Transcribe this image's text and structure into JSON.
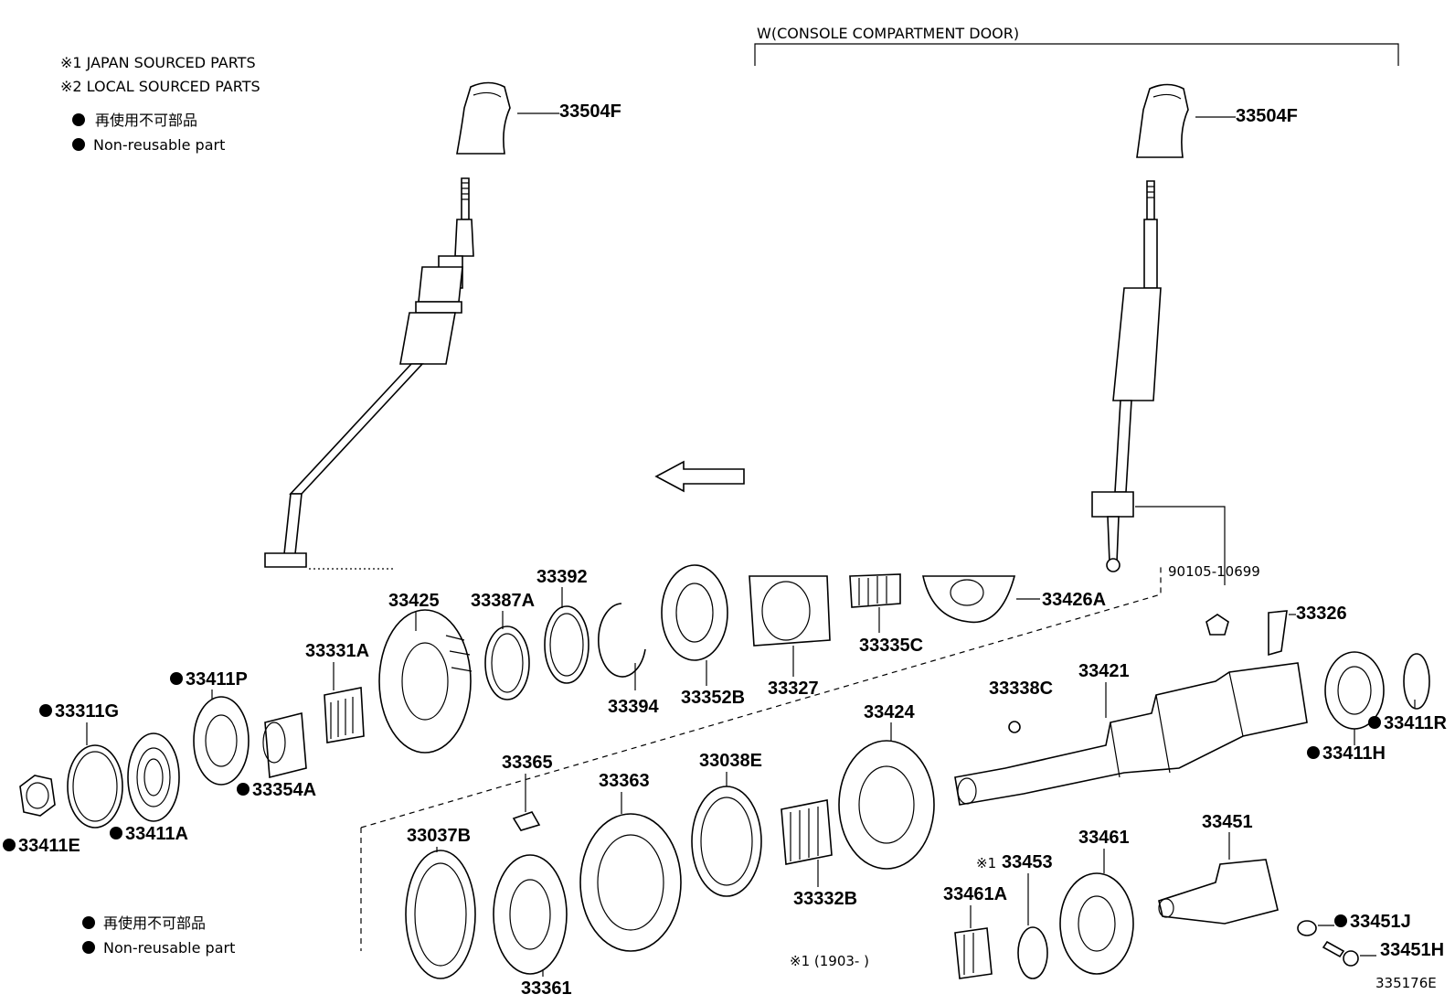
{
  "legend_top": {
    "note1": "※1 JAPAN SOURCED PARTS",
    "note2": "※2 LOCAL SOURCED PARTS",
    "nonreuse_jp": "再使用不可部品",
    "nonreuse_en": "Non-reusable part"
  },
  "legend_bottom": {
    "nonreuse_jp": "再使用不可部品",
    "nonreuse_en": "Non-reusable part"
  },
  "console_section": "W(CONSOLE COMPARTMENT DOOR)",
  "date_note": "※1 (1903-     )",
  "diagram_id": "335176E",
  "cut_label": "90105-10699",
  "labels": {
    "knob_left": "33504F",
    "knob_right": "33504F",
    "p33426A": "33426A",
    "p33326": "33326",
    "p33425": "33425",
    "p33387A": "33387A",
    "p33392": "33392",
    "p33331A": "33331A",
    "p33411P": "33411P",
    "p33311G": "33311G",
    "p33394": "33394",
    "p33352B": "33352B",
    "p33327": "33327",
    "p33335C": "33335C",
    "p33338C": "33338C",
    "p33421": "33421",
    "p33411R": "33411R",
    "p33411H": "33411H",
    "p33424": "33424",
    "p33354A": "33354A",
    "p33411A": "33411A",
    "p33411E": "33411E",
    "p33365": "33365",
    "p33363": "33363",
    "p33038E": "33038E",
    "p33037B": "33037B",
    "p33332B": "33332B",
    "p33453": "33453",
    "p33453_mark": "※1",
    "p33461": "33461",
    "p33451": "33451",
    "p33461A": "33461A",
    "p33451J": "33451J",
    "p33451H": "33451H",
    "p33361": "33361"
  }
}
